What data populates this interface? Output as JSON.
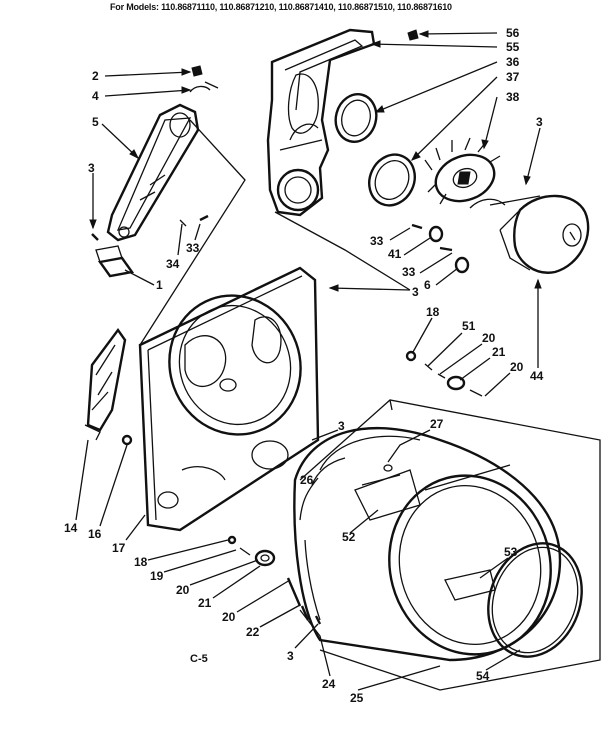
{
  "header": "For Models: 110.86871110, 110.86871210, 110.86871410, 110.86871510, 110.86871610",
  "page_mark": "C-5",
  "callouts": [
    {
      "id": "56",
      "label": "56"
    },
    {
      "id": "55",
      "label": "55"
    },
    {
      "id": "36",
      "label": "36"
    },
    {
      "id": "37",
      "label": "37"
    },
    {
      "id": "38",
      "label": "38"
    },
    {
      "id": "3a",
      "label": "3"
    },
    {
      "id": "2",
      "label": "2"
    },
    {
      "id": "4",
      "label": "4"
    },
    {
      "id": "5",
      "label": "5"
    },
    {
      "id": "3b",
      "label": "3"
    },
    {
      "id": "33a",
      "label": "33"
    },
    {
      "id": "34",
      "label": "34"
    },
    {
      "id": "1",
      "label": "1"
    },
    {
      "id": "33b",
      "label": "33"
    },
    {
      "id": "41",
      "label": "41"
    },
    {
      "id": "33c",
      "label": "33"
    },
    {
      "id": "6",
      "label": "6"
    },
    {
      "id": "3c",
      "label": "3"
    },
    {
      "id": "44",
      "label": "44"
    },
    {
      "id": "18a",
      "label": "18"
    },
    {
      "id": "51",
      "label": "51"
    },
    {
      "id": "20a",
      "label": "20"
    },
    {
      "id": "21a",
      "label": "21"
    },
    {
      "id": "20b",
      "label": "20"
    },
    {
      "id": "3d",
      "label": "3"
    },
    {
      "id": "27",
      "label": "27"
    },
    {
      "id": "26",
      "label": "26"
    },
    {
      "id": "52",
      "label": "52"
    },
    {
      "id": "53",
      "label": "53"
    },
    {
      "id": "14",
      "label": "14"
    },
    {
      "id": "16",
      "label": "16"
    },
    {
      "id": "17",
      "label": "17"
    },
    {
      "id": "18b",
      "label": "18"
    },
    {
      "id": "19",
      "label": "19"
    },
    {
      "id": "20c",
      "label": "20"
    },
    {
      "id": "21b",
      "label": "21"
    },
    {
      "id": "20d",
      "label": "20"
    },
    {
      "id": "22",
      "label": "22"
    },
    {
      "id": "3e",
      "label": "3"
    },
    {
      "id": "24",
      "label": "24"
    },
    {
      "id": "25",
      "label": "25"
    },
    {
      "id": "54",
      "label": "54"
    }
  ]
}
